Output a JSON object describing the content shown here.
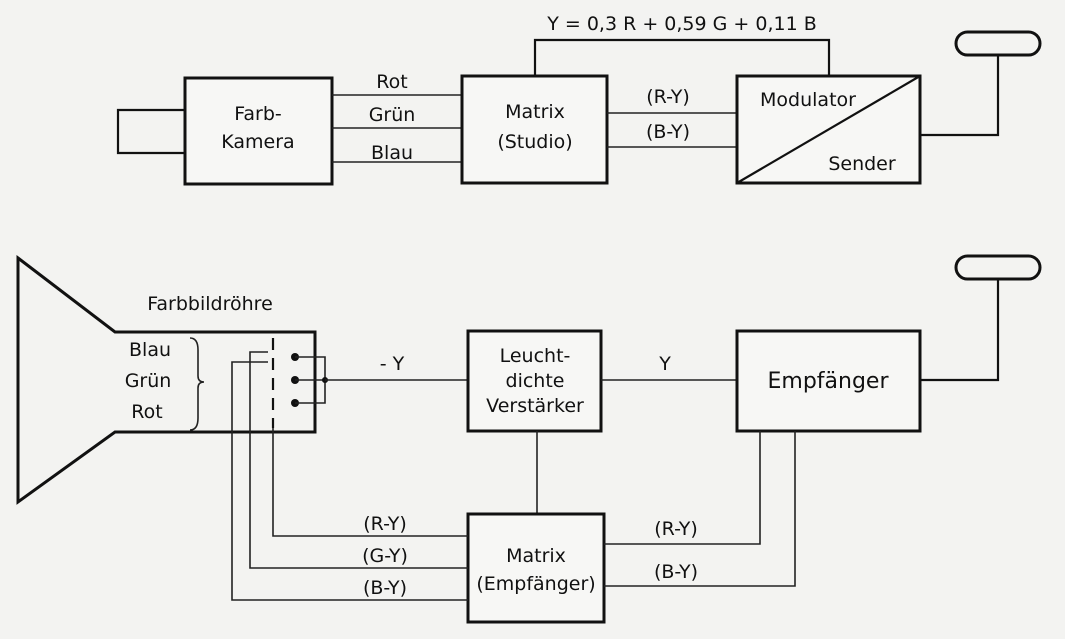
{
  "transmitter": {
    "formula": "Y = 0,3 R + 0,59 G + 0,11 B",
    "camera": {
      "line1": "Farb-",
      "line2": "Kamera"
    },
    "signals_in": {
      "red": "Rot",
      "green": "Grün",
      "blue": "Blau"
    },
    "matrix": {
      "line1": "Matrix",
      "line2": "(Studio)"
    },
    "diff_out": {
      "ry": "(R-Y)",
      "by": "(B-Y)"
    },
    "modulator": {
      "top": "Modulator",
      "bottom": "Sender"
    }
  },
  "receiver": {
    "tube": {
      "title": "Farbbildröhre",
      "blue": "Blau",
      "green": "Grün",
      "red": "Rot"
    },
    "neg_y": "- Y",
    "amplifier": {
      "line1": "Leucht-",
      "line2": "dichte",
      "line3": "Verstärker"
    },
    "y_label": "Y",
    "receiver_box": "Empfänger",
    "matrix": {
      "line1": "Matrix",
      "line2": "(Empfänger)"
    },
    "diff_in": {
      "ry": "(R-Y)",
      "gy": "(G-Y)",
      "by": "(B-Y)"
    },
    "diff_rx": {
      "ry": "(R-Y)",
      "by": "(B-Y)"
    }
  }
}
